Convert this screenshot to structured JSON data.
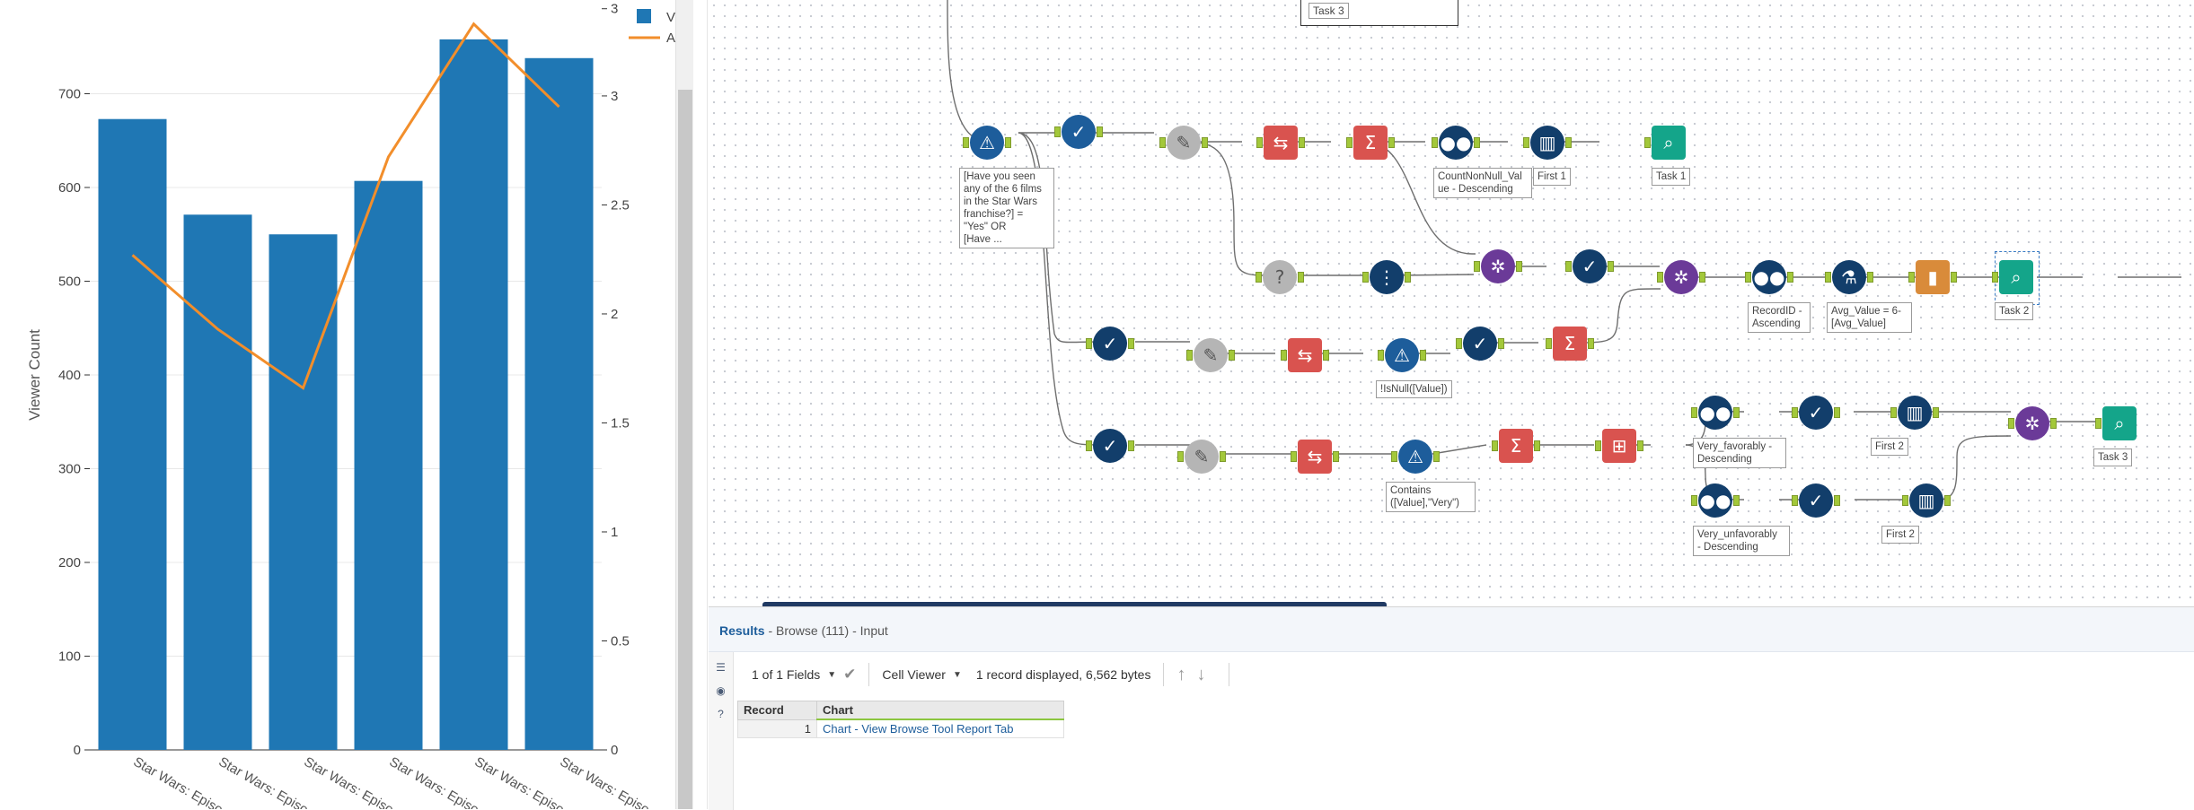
{
  "chart_data": {
    "type": "bar",
    "categories": [
      "Star Wars: Episo",
      "Star Wars: Episo",
      "Star Wars: Episo",
      "Star Wars: Episo",
      "Star Wars: Episo",
      "Star Wars: Episo"
    ],
    "series": [
      {
        "type": "bar",
        "values": [
          673,
          571,
          550,
          607,
          758,
          738
        ],
        "color": "#1f77b4"
      },
      {
        "type": "line",
        "axis": "right",
        "values": [
          2.27,
          1.93,
          1.66,
          2.72,
          3.33,
          2.95
        ],
        "color": "#f28e2b"
      }
    ],
    "ylabel": "Viewer Count",
    "ylim": [
      0,
      800
    ],
    "y_ticks": [
      "0",
      "100",
      "200",
      "300",
      "400",
      "500",
      "600",
      "700"
    ],
    "y2_ticks": [
      "0",
      "0.5",
      "1",
      "1.5",
      "2",
      "2.5",
      "3",
      "3"
    ],
    "legend": {
      "placement": "top-right",
      "entries": [
        "V",
        "A"
      ]
    },
    "grid": true
  },
  "workflow": {
    "annotations": {
      "filter1": "[Have you seen\nany of the 6 films\nin the Star Wars\nfranchise?] =\n\"Yes\" OR\n[Have ...",
      "sort1": "CountNonNull_Val\nue - Descending",
      "first1": "First 1",
      "task1": "Task 1",
      "filter2": "!IsNull([Value])",
      "sort_record": "RecordID -\nAscending",
      "formula": "Avg_Value = 6-\n[Avg_Value]",
      "task2": "Task 2",
      "filter3": "Contains\n([Value],\"Very\")",
      "sort_fav": "Very_favorably -\nDescending",
      "first2a": "First 2",
      "sort_unfav": "Very_unfavorably\n- Descending",
      "first2b": "First 2",
      "task3": "Task 3",
      "task3_top": "Task 3"
    }
  },
  "results": {
    "title": "Results",
    "subtitle": " - Browse (111) - Input",
    "fields": "1 of 1 Fields",
    "viewer": "Cell Viewer",
    "summary": "1 record displayed, 6,562 bytes",
    "columns": [
      "Record",
      "Chart"
    ],
    "rows": [
      {
        "record": "1",
        "chart": "Chart - View Browse Tool Report Tab"
      }
    ]
  }
}
